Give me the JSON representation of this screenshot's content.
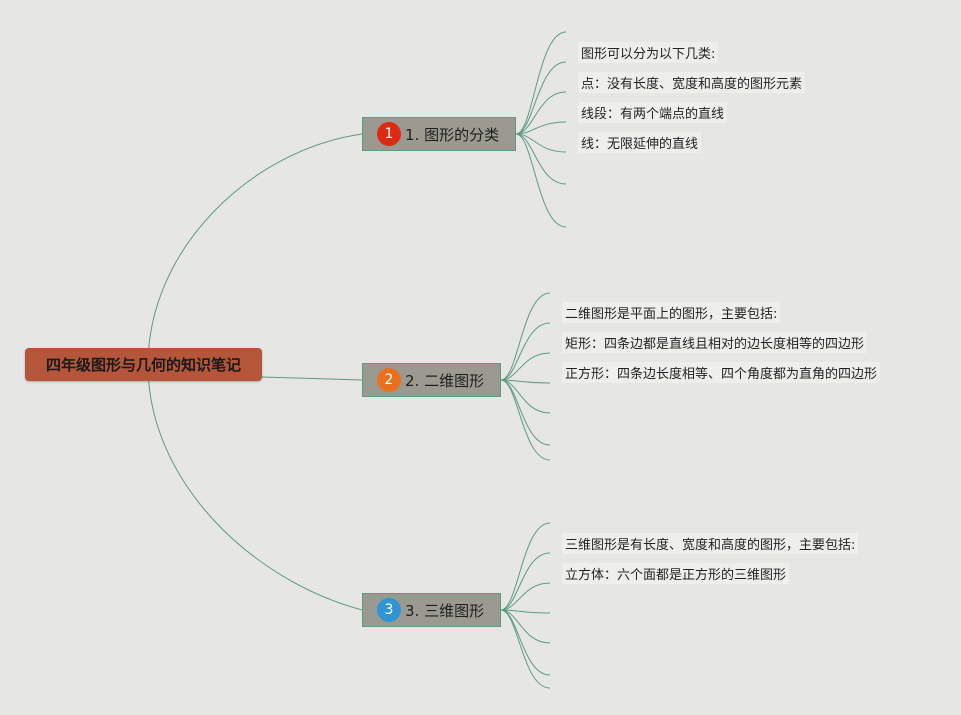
{
  "root": {
    "title": "四年级图形与几何的知识笔记"
  },
  "colors": {
    "background": "#e6e7e5",
    "root_fill": "#b5563a",
    "branch_fill": "#9b9a90",
    "branch_border": "#5f9a82",
    "line": "#5f9a82"
  },
  "branches": [
    {
      "number": "1",
      "label": "1. 图形的分类",
      "badge_color": "#dd2a12",
      "notes": [
        "图形可以分为以下几类:",
        "点：没有长度、宽度和高度的图形元素",
        "线段：有两个端点的直线",
        "线：无限延伸的直线"
      ]
    },
    {
      "number": "2",
      "label": "2. 二维图形",
      "badge_color": "#e8701e",
      "notes": [
        "二维图形是平面上的图形，主要包括:",
        "矩形：四条边都是直线且相对的边长度相等的四边形",
        "正方形：四条边长度相等、四个角度都为直角的四边形"
      ]
    },
    {
      "number": "3",
      "label": "3. 三维图形",
      "badge_color": "#2f95d6",
      "notes": [
        "三维图形是有长度、宽度和高度的图形，主要包括:",
        "立方体：六个面都是正方形的三维图形"
      ]
    }
  ]
}
